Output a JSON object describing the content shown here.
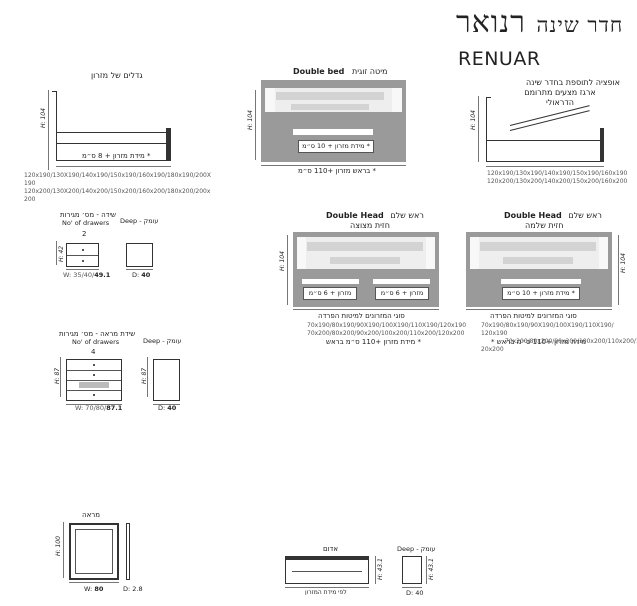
{
  "header": {
    "title_he": "חדר שינה",
    "title_brand_he": "רנואר",
    "title_en": "RENUAR"
  },
  "top_left": {
    "title": "גדלים של מזרון",
    "height": "H: 104",
    "caption": "* מידת מזרון + 8 ס״מ",
    "sizes_line1": "120x190/130X190/140x190/150x190/160x190/180x190/200X",
    "sizes_line2": "190",
    "sizes_line3": "120x200/130X200/140x200/150x200/160x200/180x200/200x",
    "sizes_line4": "200"
  },
  "top_center": {
    "title_en": "Double bed",
    "title_he": "מיטה זוגית",
    "height": "H: 104",
    "inner": "מידת מזרון + 10 ס״מ *",
    "caption": "* בראש מזרון +110 ס״מ"
  },
  "top_right": {
    "text1": "אופציה לתוספת בחדר שינה",
    "text2": "ארגז מצעים מתרומם",
    "text3": "הדראולי",
    "height": "H: 104",
    "sizes_line1": "120x190/130x190/140x190/150x190/160x190",
    "sizes_line2": "120x200/130x200/140x200/150x200/160x200"
  },
  "mid_center": {
    "title1": "Double Head",
    "title2": "ראש שלם",
    "title3": "חזית מצוצה",
    "height": "H: 104",
    "mat_left": "מזרון + 6 ס״מ",
    "mat_right": "מזרון + 6 ס״מ",
    "sub": "סוגי המזרונים למיטות הפרדה",
    "sizes_line1": "70x190/80x190/90X190/100X190/110X190/120x190",
    "sizes_line2": "70x200/80x200/90x200/100x200/110x200/120x200",
    "caption": "* מידת מזרון +110 ס״מ בראש"
  },
  "mid_right": {
    "title1": "Double Head",
    "title2": "ראש שלם",
    "title3": "חזית שלמה",
    "height": "H: 104",
    "mat": "מידת מזרון + 10 ס״מ *",
    "sub": "סוגי המזרונים למיטות הפרדה",
    "sizes_line1": "70x190/80x190/90X190/100X190/110X190/",
    "sizes_line2": "120x190",
    "sizes_line3": "* מידת מזרון +110 ס״מ בראש",
    "sizes_line3b": "70x200/80x200/90x200/100x200/110x200/1",
    "sizes_line4": "20x200"
  },
  "nightstand": {
    "label_he": "שידה - מס׳ מגירות",
    "label_en": "No' of drawers",
    "count": "2",
    "deep_en": "Deep -",
    "deep_he": "עומק",
    "height": "H: 42",
    "width_prefix": "W: 35/40/",
    "width_bold": "49.1",
    "depth_prefix": "D: ",
    "depth_bold": "40"
  },
  "dresser": {
    "label_he": "שידת מראה - מס׳ מגירות",
    "label_en": "No' of drawers",
    "count": "4",
    "deep_en": "Deep -",
    "deep_he": "עומק",
    "height": "H: 87",
    "width_prefix": "W: 70/80/",
    "width_bold": "87.1",
    "depth_prefix": "D: ",
    "depth_bold": "40"
  },
  "mirror": {
    "label": "מראה",
    "height": "H: 100",
    "width_prefix": "W: ",
    "width_bold": "80",
    "depth": "D: 2.8"
  },
  "bench": {
    "label": "אדום",
    "height": "H: 43.1",
    "caption": "לפי מידת המזרון",
    "deep_en": "Deep -",
    "deep_he": "עומק",
    "height2": "H: 43.1",
    "depth": "D: 40"
  }
}
